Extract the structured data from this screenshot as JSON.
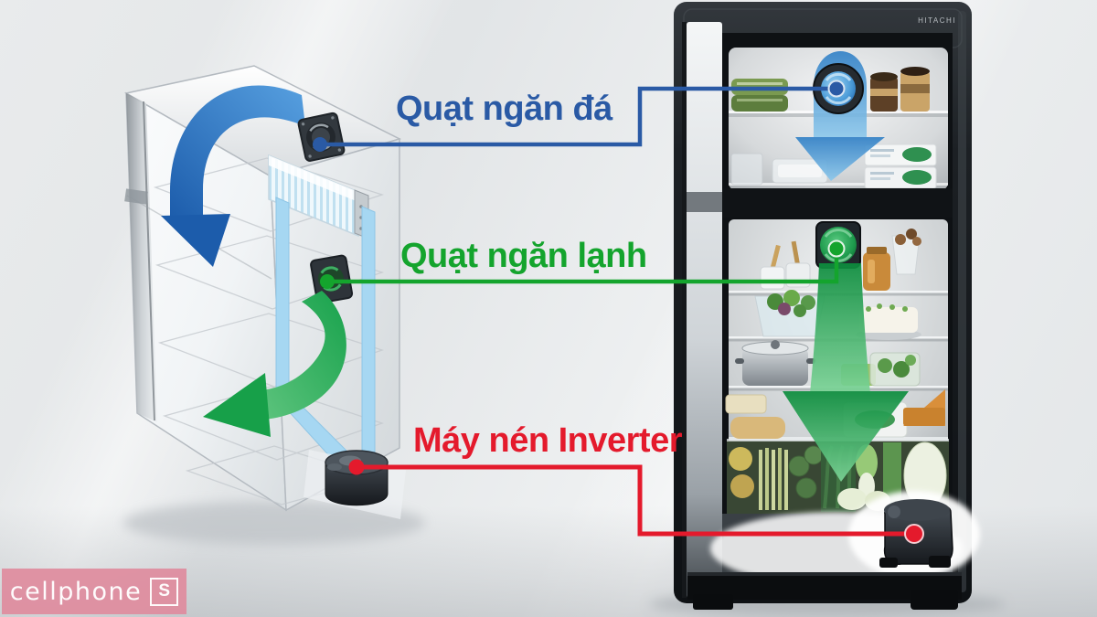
{
  "callouts": {
    "freezer_fan": {
      "label": "Quạt ngăn đá",
      "color": "#2a5aa5"
    },
    "cooling_fan": {
      "label": "Quạt ngăn lạnh",
      "color": "#14a42d"
    },
    "compressor": {
      "label": "Máy nén Inverter",
      "color": "#e41a2c"
    }
  },
  "fridge": {
    "brand": "HITACHI"
  },
  "watermark": {
    "name": "cellphone",
    "suffix": "S",
    "bg": "#df8c9e"
  },
  "colors": {
    "label_blue": "#2a5aa5",
    "label_green": "#14a42d",
    "label_red": "#e41a2c",
    "blue_airflow": "#2f7fc6",
    "green_airflow": "#18a24c",
    "refrigerant_tube": "#a6d7f2",
    "cabinet_dark": "#15181b",
    "background_gray": "#e6e8ea"
  }
}
